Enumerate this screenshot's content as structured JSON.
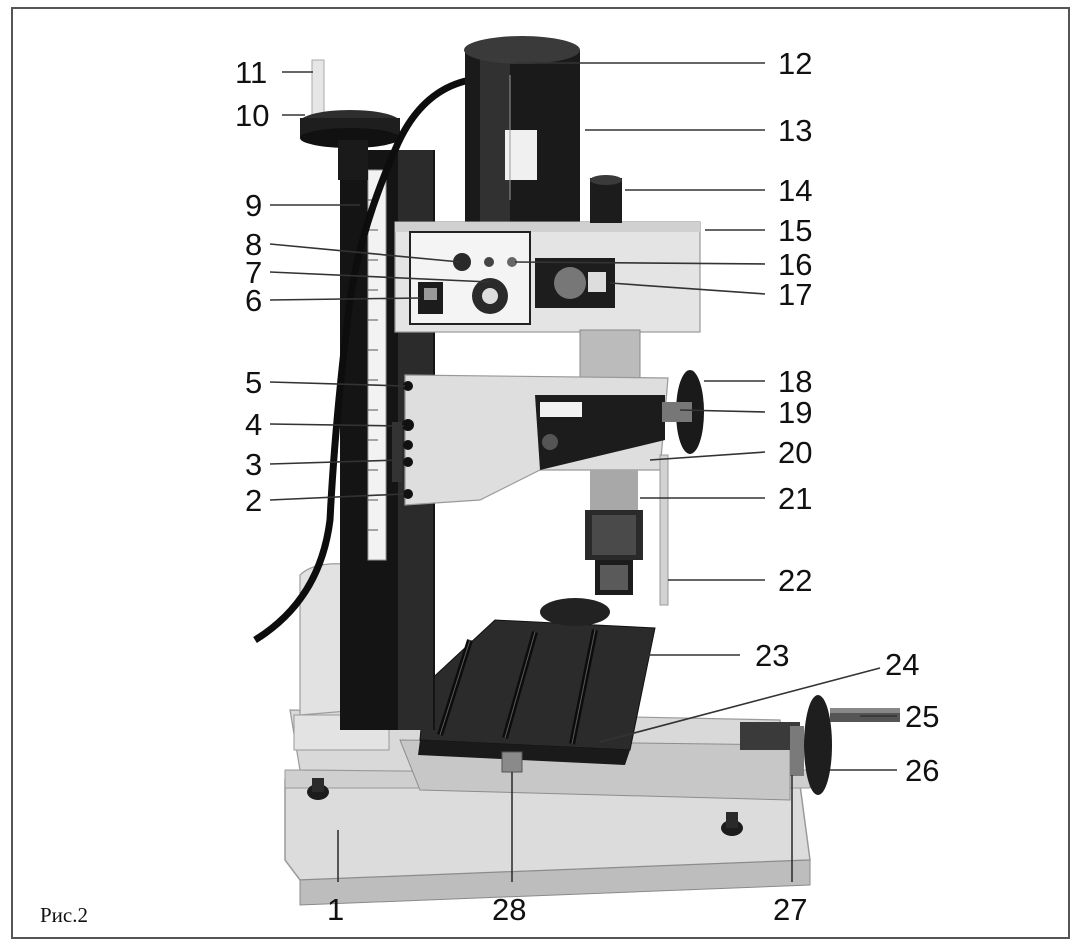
{
  "figure": {
    "caption": "Рис.2"
  },
  "callouts": [
    {
      "id": "1",
      "label": "1"
    },
    {
      "id": "2",
      "label": "2"
    },
    {
      "id": "3",
      "label": "3"
    },
    {
      "id": "4",
      "label": "4"
    },
    {
      "id": "5",
      "label": "5"
    },
    {
      "id": "6",
      "label": "6"
    },
    {
      "id": "7",
      "label": "7"
    },
    {
      "id": "8",
      "label": "8"
    },
    {
      "id": "9",
      "label": "9"
    },
    {
      "id": "10",
      "label": "10"
    },
    {
      "id": "11",
      "label": "11"
    },
    {
      "id": "12",
      "label": "12"
    },
    {
      "id": "13",
      "label": "13"
    },
    {
      "id": "14",
      "label": "14"
    },
    {
      "id": "15",
      "label": "15"
    },
    {
      "id": "16",
      "label": "16"
    },
    {
      "id": "17",
      "label": "17"
    },
    {
      "id": "18",
      "label": "18"
    },
    {
      "id": "19",
      "label": "19"
    },
    {
      "id": "20",
      "label": "20"
    },
    {
      "id": "21",
      "label": "21"
    },
    {
      "id": "22",
      "label": "22"
    },
    {
      "id": "23",
      "label": "23"
    },
    {
      "id": "24",
      "label": "24"
    },
    {
      "id": "25",
      "label": "25"
    },
    {
      "id": "26",
      "label": "26"
    },
    {
      "id": "27",
      "label": "27"
    },
    {
      "id": "28",
      "label": "28"
    }
  ],
  "colors": {
    "machine_body": "#e6e6e6",
    "machine_dark": "#1c1c1c",
    "machine_mid": "#8a8a8a",
    "frame_border": "#555555"
  }
}
